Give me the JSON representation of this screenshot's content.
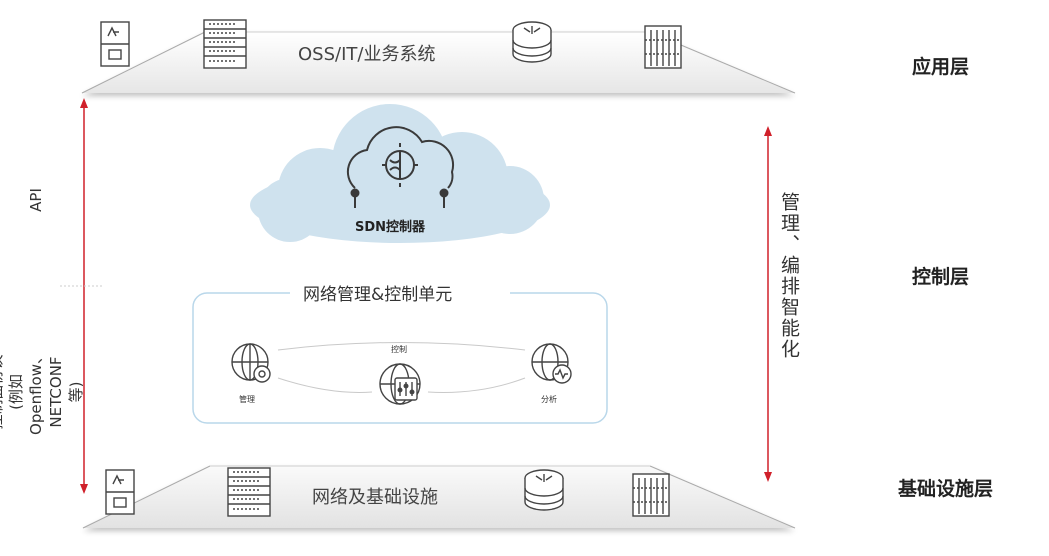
{
  "top_platform": {
    "text": "OSS/IT/业务系统"
  },
  "bottom_platform": {
    "text": "网络及基础设施"
  },
  "layers": {
    "app": "应用层",
    "control": "控制层",
    "infra": "基础设施层"
  },
  "left_axis": {
    "api": "API",
    "southbound": "控制面协议(例如Openflow、NETCONF等)"
  },
  "right_axis": {
    "text": "管理、编排智能化"
  },
  "cloud": {
    "label": "SDN控制器"
  },
  "unit": {
    "title": "网络管理&控制单元",
    "nodes": [
      {
        "label": "管理"
      },
      {
        "label": "控制"
      },
      {
        "label": "分析"
      }
    ]
  },
  "colors": {
    "arrow": "#d0202a",
    "cloud": "#cfe2ee",
    "unit_border": "#b9d7ea",
    "icon": "#444444"
  }
}
